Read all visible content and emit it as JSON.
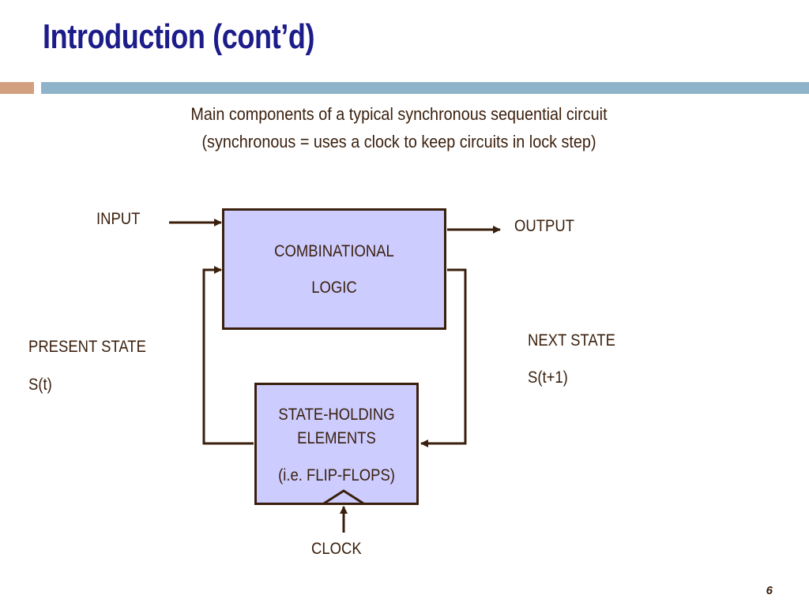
{
  "slide": {
    "title": "Introduction (cont’d)",
    "subtitle_line1": "Main components of a typical synchronous sequential circuit",
    "subtitle_line2": "(synchronous = uses a clock to keep circuits in lock step)",
    "page_number": "6"
  },
  "diagram": {
    "input_label": "INPUT",
    "output_label": "OUTPUT",
    "combinational_line1": "COMBINATIONAL",
    "combinational_line2": "LOGIC",
    "present_state_label": "PRESENT STATE",
    "present_state_symbol": "S(t)",
    "next_state_label": "NEXT STATE",
    "next_state_symbol": "S(t+1)",
    "state_line1": "STATE-HOLDING",
    "state_line2": "ELEMENTS",
    "state_line3": "(i.e. FLIP-FLOPS)",
    "clock_label": "CLOCK"
  },
  "colors": {
    "title": "#1c1c8a",
    "box_fill": "#ccccff",
    "line": "#3a1f0c",
    "accent_orange": "#d2a07e",
    "accent_blue": "#8fb3c9"
  }
}
